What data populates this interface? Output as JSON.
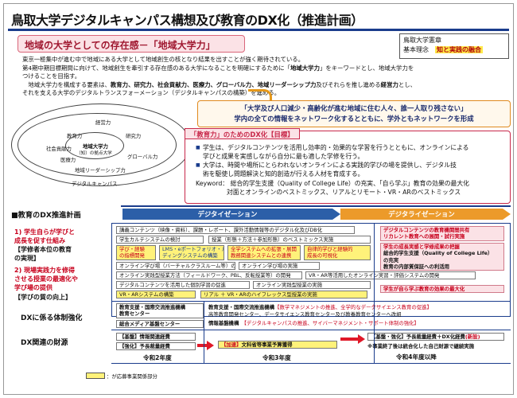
{
  "title": "鳥取大学デジタルキャンパス構想及び教育のDX化（推進計画）",
  "banner": "地域の大学としての存在感－「地域大学力」",
  "basic": {
    "line1": "鳥取大学憲章",
    "label2": "基本理念",
    "value2": "知と実践の融合"
  },
  "intro": {
    "l1": "東京一極集中が進む中で地域にある大学として地域創生の核となり結果を出すことが強く期待されている。",
    "l2a": "第4期中期目標期間に向けて、地域創生を牽引する存在感のある大学になることを明確にするために「",
    "l2b": "地域大学力",
    "l2c": "」をキーワードとし、地域大学力を",
    "l3": "つけることを目指す。",
    "l4a": "地域大学力を構成する要素は、",
    "l4b": "教育力、研究力、社会貢献力、医療力、グローバル力、地域リーダーシップ力",
    "l4c": "及びそれらを推し進める",
    "l4d": "経営力",
    "l4e": "とし、",
    "l5": "それを支える大学のデジタルトランスフォーメーション（デジタルキャンパスの構築）を進める。"
  },
  "ring": {
    "keiei": "経営力",
    "kyoiku": "教育力",
    "kenkyu": "研究力",
    "shakai": "社会貢献力",
    "center1": "地域大学力",
    "center2": "（知）の拠点大学",
    "iryo": "医療力",
    "global": "グローバル力",
    "leader": "地域リーダーシップ力",
    "campus": "デジタルキャンパス"
  },
  "quote": {
    "l1": "「大学及び人口減少・高齢化が進む地域に住む人々、誰一人取り残さない」",
    "l2": "学内の全ての情報をネットワーク化するとともに、学外ともネットワークを形成"
  },
  "goal": {
    "tab": "「教育力」のためのDX化【目標】",
    "b1l1": "学生は、デジタルコンテンツを活用し効率的・効果的な学習を行うとともに、オンラインによる",
    "b1l2": "学びと成果を実感しながら自分に最も適した学修を行う。",
    "b2l1": "大学は、時間や場所にとらわれないオンラインによる実践的学びの場を提供し、デジタル技",
    "b2l2": "術を駆使し問題解決と知的創造が行える人材を育成する。",
    "kw1": "Keyword：  総合的学生支援（Quality of College Life）の充実、「自ら学ぶ」教育の効果の最大化",
    "kw2": "対面とオンラインのベストミックス、リアルとリモート・VR・ARのベストミックス"
  },
  "plan": {
    "header": "■教育のDX推進計画",
    "phase1": "デジタイゼーション",
    "phase2": "デジタライゼーション",
    "g1a": "1) 学生自らが学びと",
    "g1b": "成長を促す仕組み",
    "g1c": "【学修者本位の教育",
    "g1d": "の実現】",
    "g2a": "2) 現場実践力を修得",
    "g2b": "させる授業の最適化や",
    "g2c": "学び場の提供",
    "g2d": "【学びの質の向上】"
  },
  "rows": {
    "r1": "講義コンテンツ（映像・資料）、課題・レポート、課外活動情報等のデジタル化及びDB化",
    "r2": "学生カルテシステムの検討",
    "r3": "授業（形態＋方法＋参加形態）のベストミックス実施",
    "r4a": "学び・経験",
    "r4b": "の指標開発",
    "r5a": "LMS・eポートフォリオ・ル",
    "r5b": "ディングシステムの構築",
    "r6a": "全学システムへの拡張・展開",
    "r6b": "教務関連システムとの連携",
    "r7a": "自律的学びと経験的",
    "r7b": "成長の可視化",
    "r8a": "デジタルコンテンツの教育機関間共有",
    "r8b": "リカレント教育への展開・試行実施",
    "r9a": "学生の成長実感と学修成果の把握",
    "r9b": "総合的学生支援（Quality of College Life）",
    "r9c": "の充実",
    "r9d": "教育の内部質保証への利活用",
    "r10": "オンライン学び場（バーチャルクラスルーム等）の検討",
    "r11": "オンライン学び場の実施",
    "r12": "オンライン実践型授業方法（フィールドワーク、PBL、反転授業等）の開発",
    "r13": "VR・AR等活用したオンライン実習・評価システムの開発",
    "r14": "デジタルコンテンツを活用した個別学習の促進",
    "r15": "オンライン実践型授業の実施",
    "r16": "VR・ARシステムの構築",
    "r17": "リアル ＋ VR・ARのハイフレックス型授業の実施",
    "r18": "学生が自ら学ぶ教育の効果の最大化"
  },
  "system": {
    "label": "DXに係る体制強化",
    "s1a": "教育支援・国際交流推進機構",
    "s1b": "教育センター",
    "s2": "総合メディア基盤センター",
    "s3a": "教育支援・国際交流推進機構",
    "s3b": "【数学マネジメントの推進、全学的なデータサイエンス教育の促進】",
    "s3c": "高等教育開発センター、データサイエンス教育センター及び教養教育センターへ改組",
    "s4a": "情報基盤機構",
    "s4b": "【デジタルキャンパスの推進、サイバーマネジメント・サポート体制の強化】"
  },
  "funding": {
    "label": "DX関連の財源",
    "f1": "【基盤】情報関連経費",
    "f2": "【強化】予長裁量経費",
    "f3a": "【加速】",
    "f3b": "文科省等事業予算獲得",
    "f4a": "【基盤・強化】予長裁量経費＋DX化経費",
    "f4b": "(新設)",
    "f5": "※事業終了後は統合化した自己財源で継続実施",
    "y1": "令和2年度",
    "y2": "令和3年度",
    "y3": "令和4年度以降"
  },
  "legend": "：が応募事業関係部分"
}
